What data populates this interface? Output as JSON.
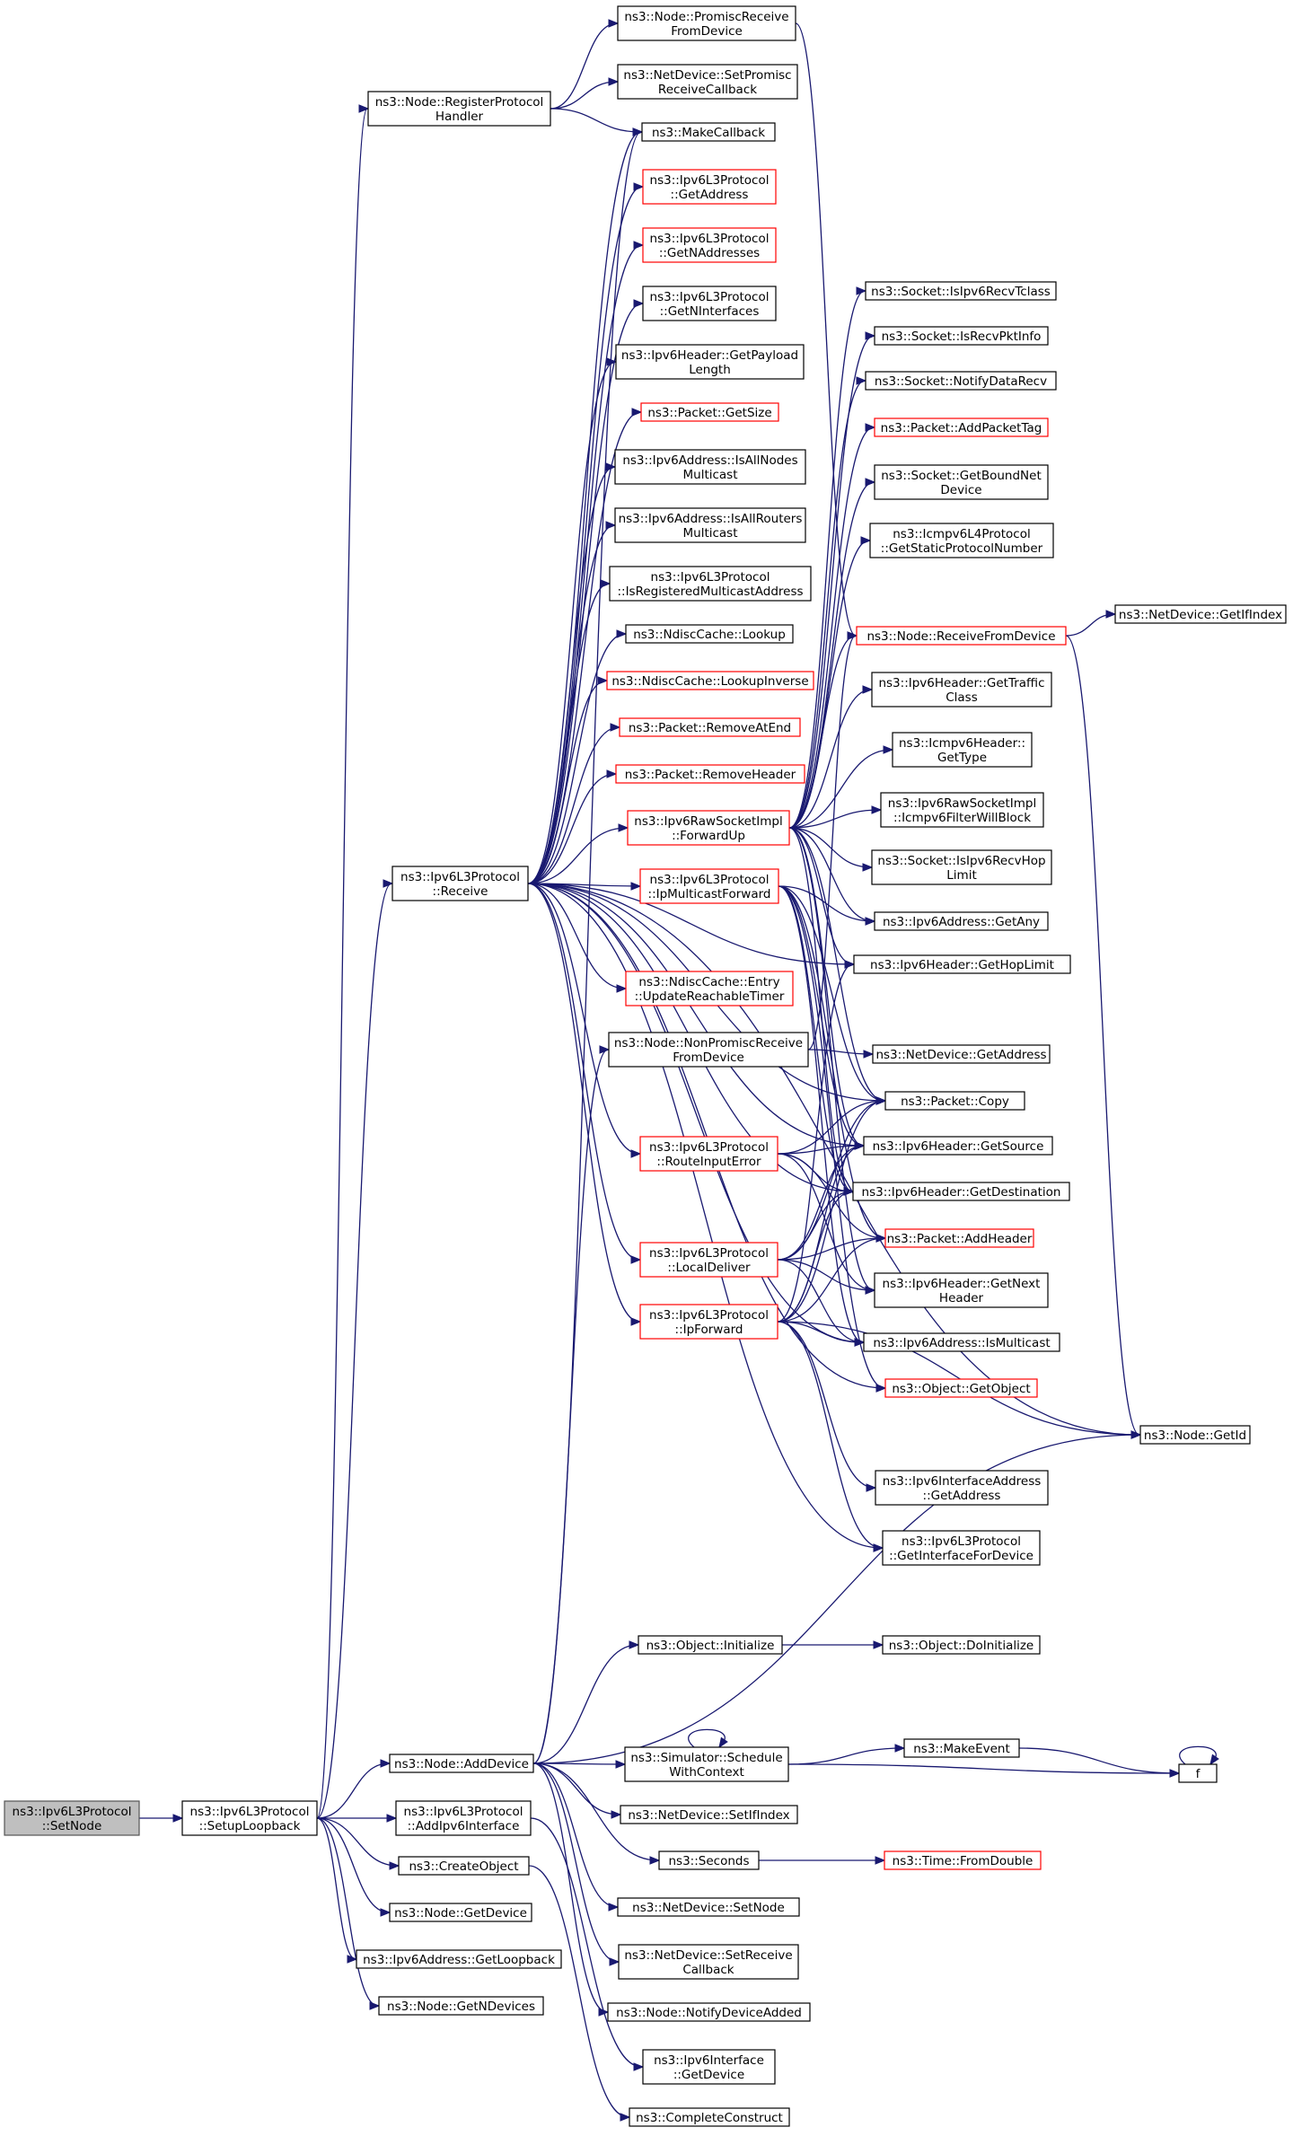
{
  "nodes": {
    "root": [
      "ns3::Ipv6L3Protocol",
      "::SetNode"
    ],
    "setup": [
      "ns3::Ipv6L3Protocol",
      "::SetupLoopback"
    ],
    "regproto": [
      "ns3::Node::RegisterProtocol",
      "Handler"
    ],
    "adddev": [
      "ns3::Node::AddDevice"
    ],
    "addif": [
      "ns3::Ipv6L3Protocol",
      "::AddIpv6Interface"
    ],
    "createobj": [
      "ns3::CreateObject"
    ],
    "nodegetdev": [
      "ns3::Node::GetDevice"
    ],
    "getloop": [
      "ns3::Ipv6Address::GetLoopback"
    ],
    "getndev": [
      "ns3::Node::GetNDevices"
    ],
    "receive": [
      "ns3::Ipv6L3Protocol",
      "::Receive"
    ],
    "promiscrecv": [
      "ns3::Node::PromiscReceive",
      "FromDevice"
    ],
    "setpromisc": [
      "ns3::NetDevice::SetPromisc",
      "ReceiveCallback"
    ],
    "makecb": [
      "ns3::MakeCallback"
    ],
    "getaddress": [
      "ns3::Ipv6L3Protocol",
      "::GetAddress"
    ],
    "getnaddr": [
      "ns3::Ipv6L3Protocol",
      "::GetNAddresses"
    ],
    "getnif": [
      "ns3::Ipv6L3Protocol",
      "::GetNInterfaces"
    ],
    "payload": [
      "ns3::Ipv6Header::GetPayload",
      "Length"
    ],
    "pktsize": [
      "ns3::Packet::GetSize"
    ],
    "allnodes": [
      "ns3::Ipv6Address::IsAllNodes",
      "Multicast"
    ],
    "allrouters": [
      "ns3::Ipv6Address::IsAllRouters",
      "Multicast"
    ],
    "regmcast": [
      "ns3::Ipv6L3Protocol",
      "::IsRegisteredMulticastAddress"
    ],
    "lookup": [
      "ns3::NdiscCache::Lookup"
    ],
    "lookupinv": [
      "ns3::NdiscCache::LookupInverse"
    ],
    "rmend": [
      "ns3::Packet::RemoveAtEnd"
    ],
    "rmhdr": [
      "ns3::Packet::RemoveHeader"
    ],
    "fwdup": [
      "ns3::Ipv6RawSocketImpl",
      "::ForwardUp"
    ],
    "mcastfwd": [
      "ns3::Ipv6L3Protocol",
      "::IpMulticastForward"
    ],
    "reachable": [
      "ns3::NdiscCache::Entry",
      "::UpdateReachableTimer"
    ],
    "nonpromisc": [
      "ns3::Node::NonPromiscReceive",
      "FromDevice"
    ],
    "rinerr": [
      "ns3::Ipv6L3Protocol",
      "::RouteInputError"
    ],
    "localdeliver": [
      "ns3::Ipv6L3Protocol",
      "::LocalDeliver"
    ],
    "ipfwd": [
      "ns3::Ipv6L3Protocol",
      "::IpForward"
    ],
    "objinit": [
      "ns3::Object::Initialize"
    ],
    "schedctx": [
      "ns3::Simulator::Schedule",
      "WithContext"
    ],
    "setifidx": [
      "ns3::NetDevice::SetIfIndex"
    ],
    "seconds": [
      "ns3::Seconds"
    ],
    "setnode": [
      "ns3::NetDevice::SetNode"
    ],
    "setrecvcb": [
      "ns3::NetDevice::SetReceive",
      "Callback"
    ],
    "notifyadd": [
      "ns3::Node::NotifyDeviceAdded"
    ],
    "ifgetdev": [
      "ns3::Ipv6Interface",
      "::GetDevice"
    ],
    "complete": [
      "ns3::CompleteConstruct"
    ],
    "recvtclass": [
      "ns3::Socket::IsIpv6RecvTclass"
    ],
    "recvpktinfo": [
      "ns3::Socket::IsRecvPktInfo"
    ],
    "notifydata": [
      "ns3::Socket::NotifyDataRecv"
    ],
    "addpkttag": [
      "ns3::Packet::AddPacketTag"
    ],
    "boundnet": [
      "ns3::Socket::GetBoundNet",
      "Device"
    ],
    "staticproto": [
      "ns3::Icmpv6L4Protocol",
      "::GetStaticProtocolNumber"
    ],
    "recvfromdev": [
      "ns3::Node::ReceiveFromDevice"
    ],
    "trafficclass": [
      "ns3::Ipv6Header::GetTraffic",
      "Class"
    ],
    "icmptype": [
      "ns3::Icmpv6Header::",
      "GetType"
    ],
    "filterblock": [
      "ns3::Ipv6RawSocketImpl",
      "::Icmpv6FilterWillBlock"
    ],
    "recvhop": [
      "ns3::Socket::IsIpv6RecvHop",
      "Limit"
    ],
    "getany": [
      "ns3::Ipv6Address::GetAny"
    ],
    "hoplimit": [
      "ns3::Ipv6Header::GetHopLimit"
    ],
    "devgetaddr": [
      "ns3::NetDevice::GetAddress"
    ],
    "copy": [
      "ns3::Packet::Copy"
    ],
    "getsource": [
      "ns3::Ipv6Header::GetSource"
    ],
    "getdest": [
      "ns3::Ipv6Header::GetDestination"
    ],
    "addheader": [
      "ns3::Packet::AddHeader"
    ],
    "nexthdr": [
      "ns3::Ipv6Header::GetNext",
      "Header"
    ],
    "ismcast": [
      "ns3::Ipv6Address::IsMulticast"
    ],
    "getobject": [
      "ns3::Object::GetObject"
    ],
    "ifaddr": [
      "ns3::Ipv6InterfaceAddress",
      "::GetAddress"
    ],
    "ifforndev": [
      "ns3::Ipv6L3Protocol",
      "::GetInterfaceForDevice"
    ],
    "doinit": [
      "ns3::Object::DoInitialize"
    ],
    "makeevent": [
      "ns3::MakeEvent"
    ],
    "fromdouble": [
      "ns3::Time::FromDouble"
    ],
    "getifindex": [
      "ns3::NetDevice::GetIfIndex"
    ],
    "getid": [
      "ns3::Node::GetId"
    ],
    "f": [
      "f"
    ]
  },
  "colors": {
    "edge": "#191970",
    "red_border": "#ff0000",
    "root_fill": "#bfbfbf"
  }
}
